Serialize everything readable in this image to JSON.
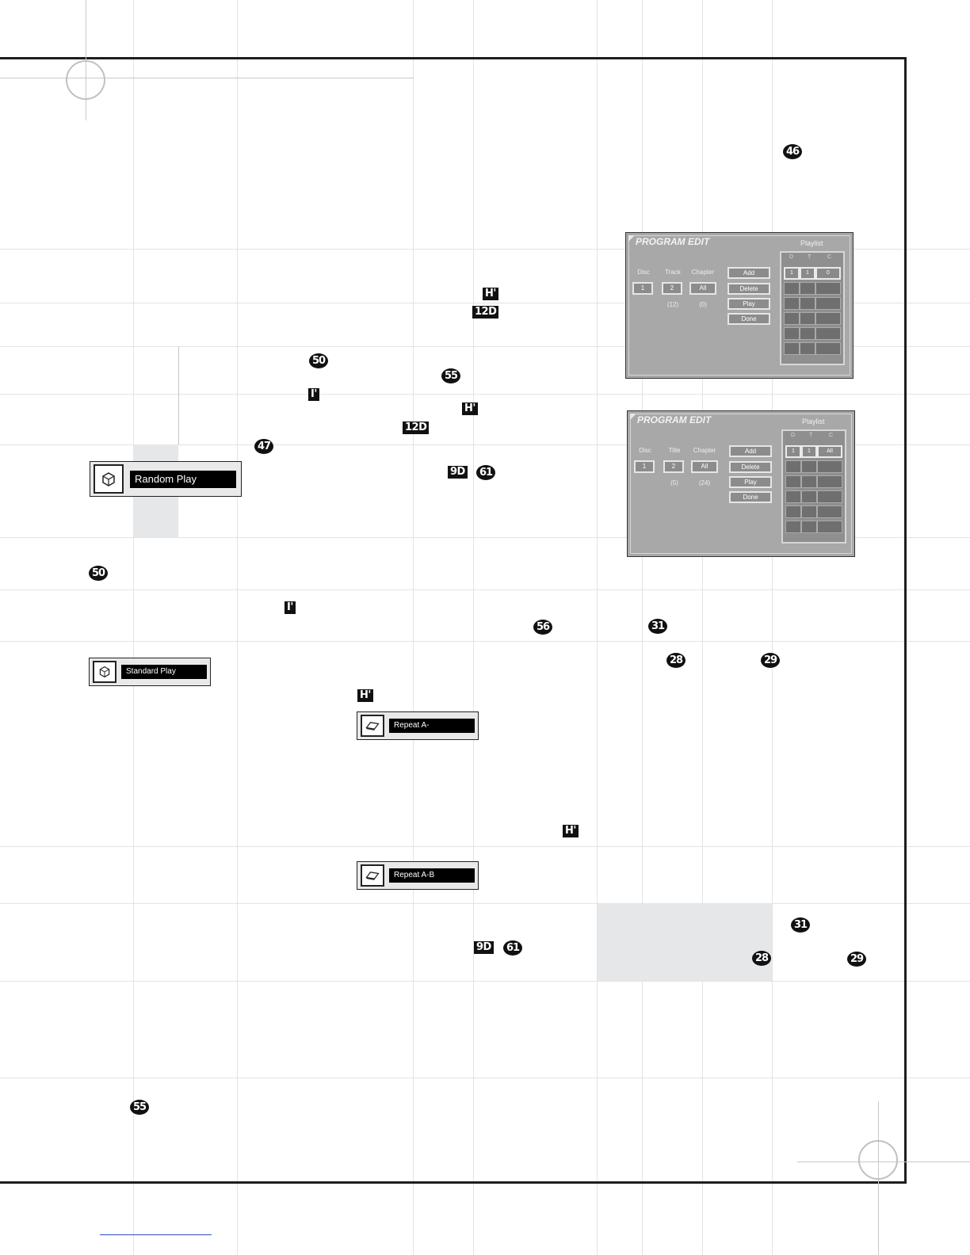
{
  "callouts": {
    "n46": "46",
    "n50a": "50",
    "n55a": "55",
    "n47": "47",
    "n61a": "61",
    "n50b": "50",
    "n56": "56",
    "n31a": "31",
    "n28a": "28",
    "n29a": "29",
    "n61b": "61",
    "n31b": "31",
    "n28b": "28",
    "n29b": "29",
    "n55b": "55"
  },
  "keys": {
    "h1": "H'",
    "d12a": "12D",
    "i1": "I'",
    "h2": "H'",
    "d12b": "12D",
    "d9a": "9D",
    "i2": "I'",
    "h3": "H'",
    "h4": "H'",
    "d9b": "9D"
  },
  "osd": {
    "random_play": "Random Play",
    "standard_play": "Standard Play",
    "repeat_a": "Repeat A-",
    "repeat_ab": "Repeat A-B"
  },
  "program_edit_1": {
    "title": "PROGRAM EDIT",
    "playlist_label": "Playlist",
    "col_disc": "Disc",
    "col_2": "Track",
    "col_chapter": "Chapter",
    "disc_value": "1",
    "value_2": "2",
    "chapter_value": "All",
    "count_2": "(12)",
    "count_chapter": "(0)",
    "btn_add": "Add",
    "btn_delete": "Delete",
    "btn_play": "Play",
    "btn_done": "Done",
    "pl_d": "D",
    "pl_t": "T",
    "pl_c": "C",
    "row1_d": "1",
    "row1_t": "1",
    "row1_c": "0"
  },
  "program_edit_2": {
    "title": "PROGRAM EDIT",
    "playlist_label": "Playlist",
    "col_disc": "Disc",
    "col_2": "Title",
    "col_chapter": "Chapter",
    "disc_value": "1",
    "value_2": "2",
    "chapter_value": "All",
    "count_2": "(5)",
    "count_chapter": "(24)",
    "btn_add": "Add",
    "btn_delete": "Delete",
    "btn_play": "Play",
    "btn_done": "Done",
    "pl_d": "D",
    "pl_t": "T",
    "pl_c": "C",
    "row1_d": "1",
    "row1_t": "1",
    "row1_c": "All"
  }
}
